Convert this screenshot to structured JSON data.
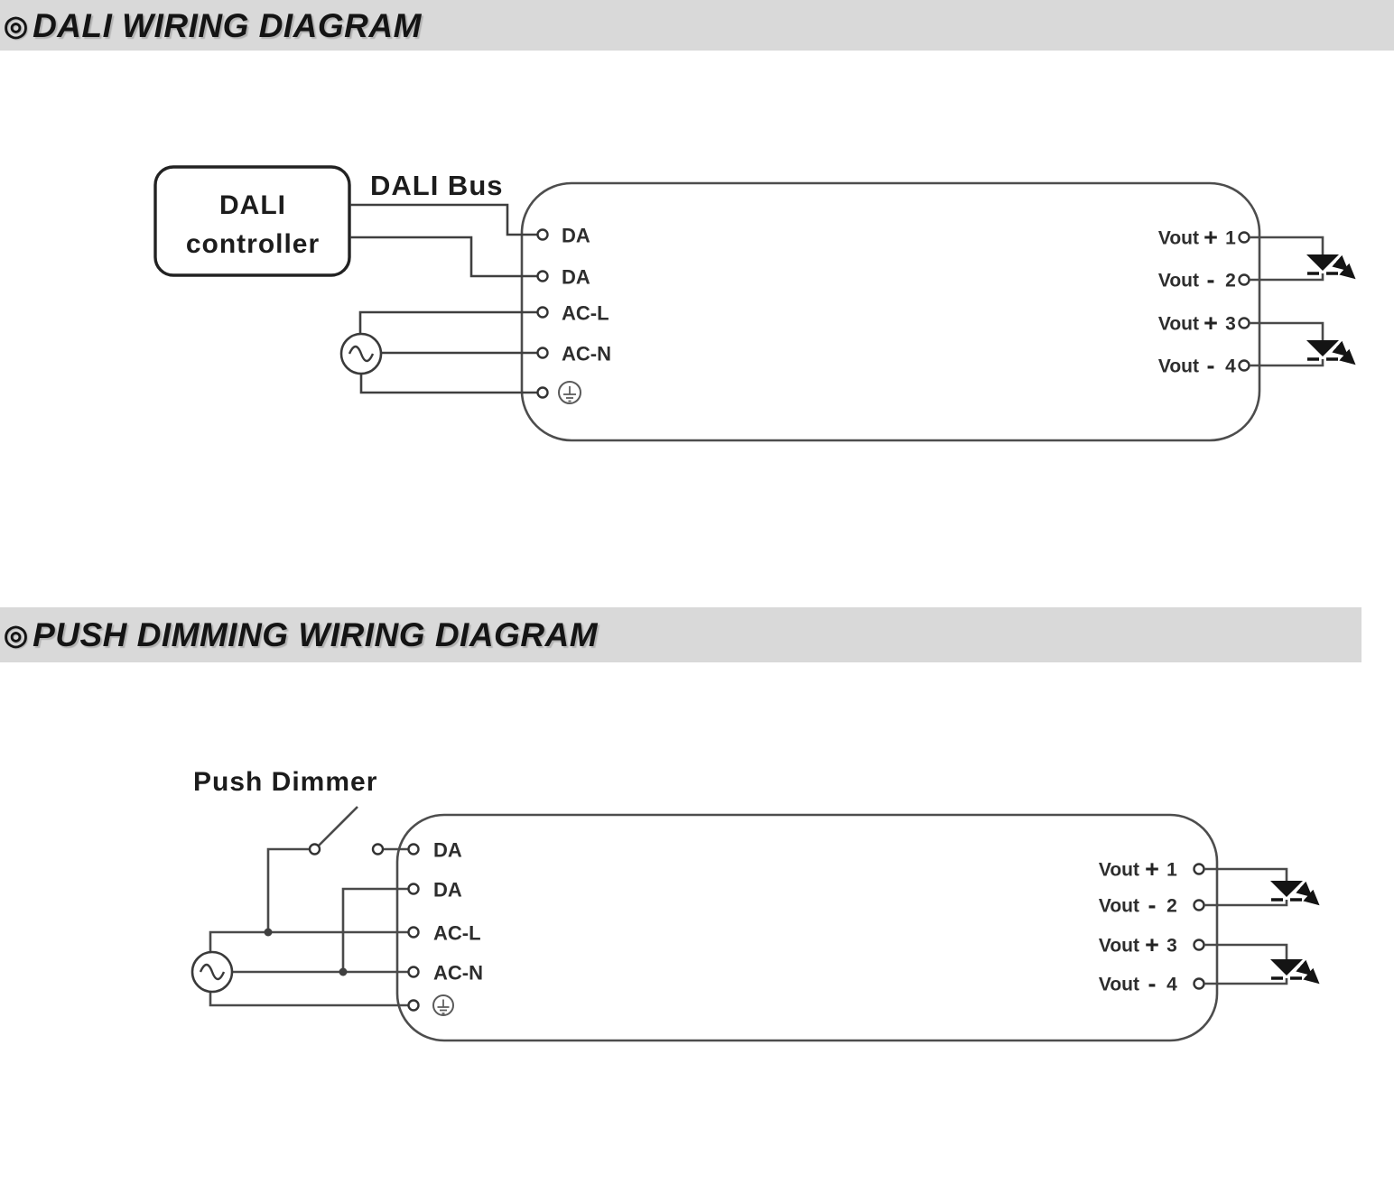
{
  "page": {
    "background": "#ffffff",
    "header_band_color": "#d9d9d9",
    "line_color": "#3f3f3f",
    "text_color": "#141414"
  },
  "sections": [
    {
      "bullet": "◎",
      "title": "DALI WIRING DIAGRAM"
    },
    {
      "bullet": "◎",
      "title": "PUSH DIMMING WIRING DIAGRAM"
    }
  ],
  "dali": {
    "controller_line1": "DALI",
    "controller_line2": "controller",
    "bus_label": "DALI Bus",
    "inputs": [
      "DA",
      "DA",
      "AC-L",
      "AC-N"
    ],
    "outputs": [
      {
        "label": "Vout",
        "sign": "+",
        "num": "1"
      },
      {
        "label": "Vout",
        "sign": "-",
        "num": "2"
      },
      {
        "label": "Vout",
        "sign": "+",
        "num": "3"
      },
      {
        "label": "Vout",
        "sign": "-",
        "num": "4"
      }
    ]
  },
  "push": {
    "dimmer_label": "Push Dimmer",
    "inputs": [
      "DA",
      "DA",
      "AC-L",
      "AC-N"
    ],
    "outputs": [
      {
        "label": "Vout",
        "sign": "+",
        "num": "1"
      },
      {
        "label": "Vout",
        "sign": "-",
        "num": "2"
      },
      {
        "label": "Vout",
        "sign": "+",
        "num": "3"
      },
      {
        "label": "Vout",
        "sign": "-",
        "num": "4"
      }
    ]
  }
}
